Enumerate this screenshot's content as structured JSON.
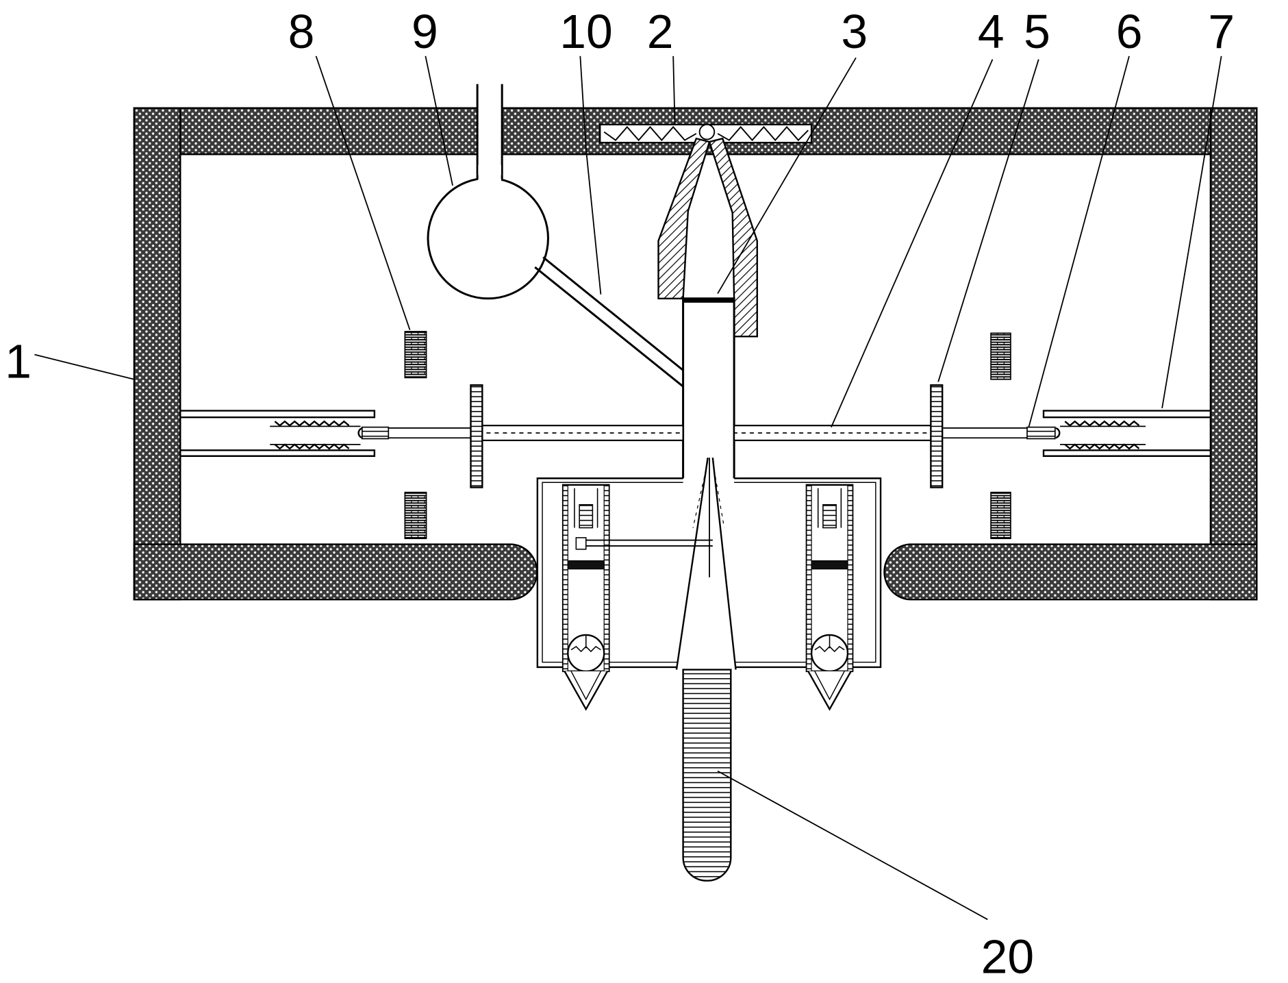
{
  "labels": {
    "l1": "1",
    "l2": "2",
    "l3": "3",
    "l4": "4",
    "l5": "5",
    "l6": "6",
    "l7": "7",
    "l8": "8",
    "l9": "9",
    "l10": "10",
    "l20": "20"
  },
  "colors": {
    "line": "#000000",
    "background": "#ffffff",
    "wall_fill": "#3a3a3a"
  }
}
